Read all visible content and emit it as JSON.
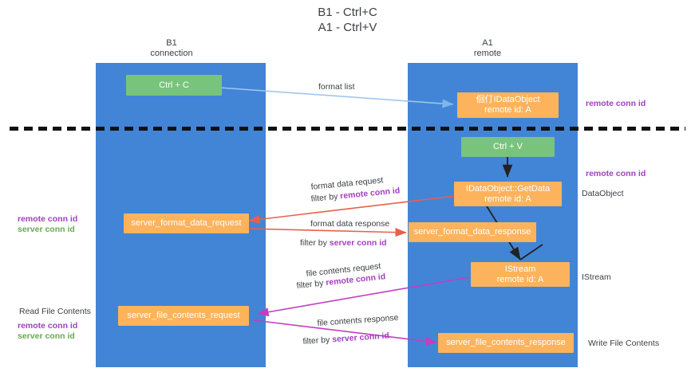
{
  "title": {
    "line1": "B1 - Ctrl+C",
    "line2": "A1 - Ctrl+V"
  },
  "columns": [
    {
      "name": "B1",
      "role": "connection"
    },
    {
      "name": "A1",
      "role": "remote"
    }
  ],
  "colors": {
    "lane": "#4285d6",
    "green_node": "#78c47c",
    "orange_node": "#fcb35c",
    "remote_conn_id": "#a23fc0",
    "server_conn_id": "#6aa84f",
    "format_list_arrow": "#9fc5f0",
    "format_data_arrow": "#e8604c",
    "file_contents_arrow": "#c23fc0",
    "black_arrow": "#222222",
    "dashed_separator": "#111111",
    "text": "#3c4043"
  },
  "nodes": {
    "ctrl_c": {
      "line1": "Ctrl + C"
    },
    "ctrl_v": {
      "line1": "Ctrl + V"
    },
    "idataobject": {
      "line1": "佪仃IDataObject",
      "line2": "remote id: A"
    },
    "getdata": {
      "line1": "IDataObject::GetData",
      "line2": "remote id: A"
    },
    "istream": {
      "line1": "IStream",
      "line2": "remote id: A"
    },
    "server_format_data_request": {
      "line1": "server_format_data_request"
    },
    "server_format_data_response": {
      "line1": "server_format_data_response"
    },
    "server_file_contents_request": {
      "line1": "server_file_contents_request"
    },
    "server_file_contents_response": {
      "line1": "server_file_contents_response"
    }
  },
  "edges": {
    "format_list": {
      "label": "format list"
    },
    "format_data_request": {
      "label": "format data request",
      "filter_prefix": "filter by ",
      "filter_key": "remote conn id"
    },
    "format_data_response": {
      "label": "format data response",
      "filter_prefix": "filter by ",
      "filter_key": "server conn id"
    },
    "file_contents_request": {
      "label": "file contents request",
      "filter_prefix": "filter by ",
      "filter_key": "remote conn id"
    },
    "file_contents_response": {
      "label": "file contents response",
      "filter_prefix": "filter by ",
      "filter_key": "server conn id"
    }
  },
  "annotations": {
    "remote_conn_id_top": "remote conn id",
    "remote_conn_id_mid": "remote conn id",
    "dataobject_note": "DataObject",
    "istream_note": "IStream",
    "write_file_contents_note": "Write File Contents",
    "read_file_contents_note": "Read File Contents",
    "left_mid_remote": "remote conn id",
    "left_mid_server": "server conn id",
    "left_low_remote": "remote conn id",
    "left_low_server": "server conn id"
  }
}
